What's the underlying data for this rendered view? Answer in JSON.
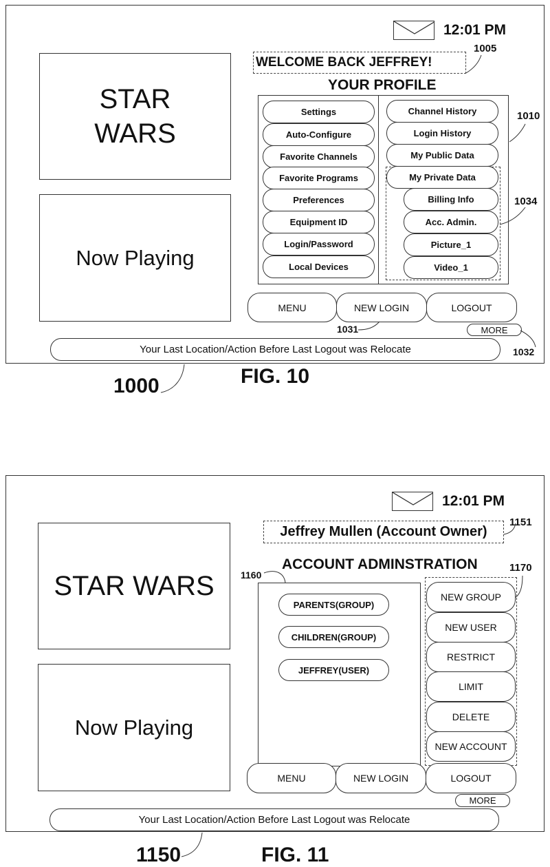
{
  "fig10": {
    "ref_screen": "1000",
    "caption": "FIG. 10",
    "clock": "12:01 PM",
    "mail_icon": "envelope-icon",
    "video_title": "STAR\nWARS",
    "video_title_lines": [
      "STAR",
      "WARS"
    ],
    "now_playing": "Now Playing",
    "greeting": "WELCOME BACK JEFFREY!",
    "ref_greeting": "1005",
    "section_title": "YOUR PROFILE",
    "ref_profile_panel": "1010",
    "ref_private_data": "1034",
    "left_menu": [
      "Settings",
      "Auto-Configure",
      "Favorite Channels",
      "Favorite Programs",
      "Preferences",
      "Equipment ID",
      "Login/Password",
      "Local Devices"
    ],
    "right_menu": [
      "Channel History",
      "Login History",
      "My Public Data",
      "My Private Data"
    ],
    "private_submenu": [
      "Billing Info",
      "Acc. Admin.",
      "Picture_1",
      "Video_1"
    ],
    "bottom_buttons": [
      "MENU",
      "NEW LOGIN",
      "LOGOUT"
    ],
    "ref_new_login": "1031",
    "more_label": "MORE",
    "ref_more": "1032",
    "status_message": "Your Last Location/Action Before Last Logout was Relocate"
  },
  "fig11": {
    "ref_screen": "1150",
    "caption": "FIG. 11",
    "clock": "12:01 PM",
    "mail_icon": "envelope-icon",
    "video_title": "STAR WARS",
    "now_playing": "Now Playing",
    "owner_label": "Jeffrey Mullen (Account Owner)",
    "ref_owner": "1151",
    "section_title": "ACCOUNT ADMINSTRATION",
    "ref_member_panel": "1160",
    "ref_action_panel": "1170",
    "members": [
      "PARENTS(GROUP)",
      "CHILDREN(GROUP)",
      "JEFFREY(USER)"
    ],
    "actions": [
      "NEW GROUP",
      "NEW USER",
      "RESTRICT",
      "LIMIT",
      "DELETE",
      "NEW ACCOUNT"
    ],
    "bottom_buttons": [
      "MENU",
      "NEW LOGIN",
      "LOGOUT"
    ],
    "more_label": "MORE",
    "status_message": "Your Last Location/Action Before Last Logout was Relocate"
  }
}
